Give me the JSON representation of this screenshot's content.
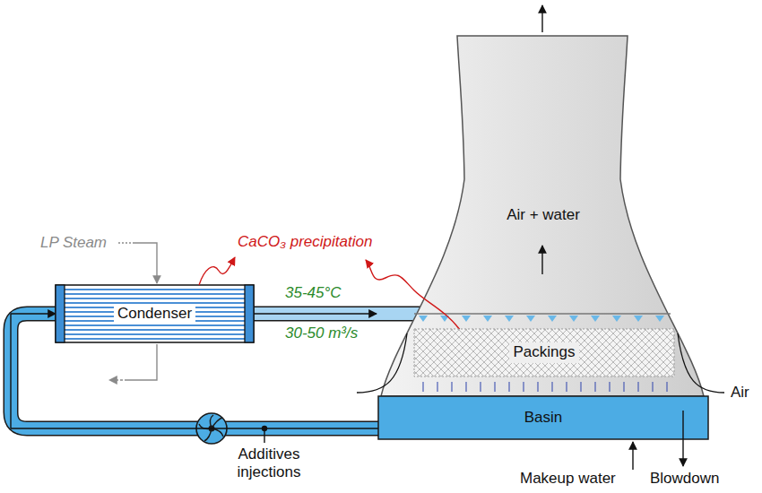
{
  "diagram": {
    "nodes": [
      {
        "text": [
          "Condenser"
        ]
      },
      {
        "text": [
          "Air + water"
        ]
      },
      {
        "text": [
          "Packings"
        ],
        "in": 1
      },
      {
        "text": [
          "Basin"
        ]
      }
    ],
    "edges": [
      {
        "from": 0,
        "to": 1,
        "arrow": "to"
      },
      {
        "from": 3,
        "to": 0,
        "arrow": "to"
      }
    ],
    "labels": [
      "LP Steam",
      "CaCO₃ precipitation",
      "35-45°C",
      "30-50 m³/s",
      "Air",
      "Additives injections",
      "Makeup water",
      "Blowdown"
    ]
  }
}
